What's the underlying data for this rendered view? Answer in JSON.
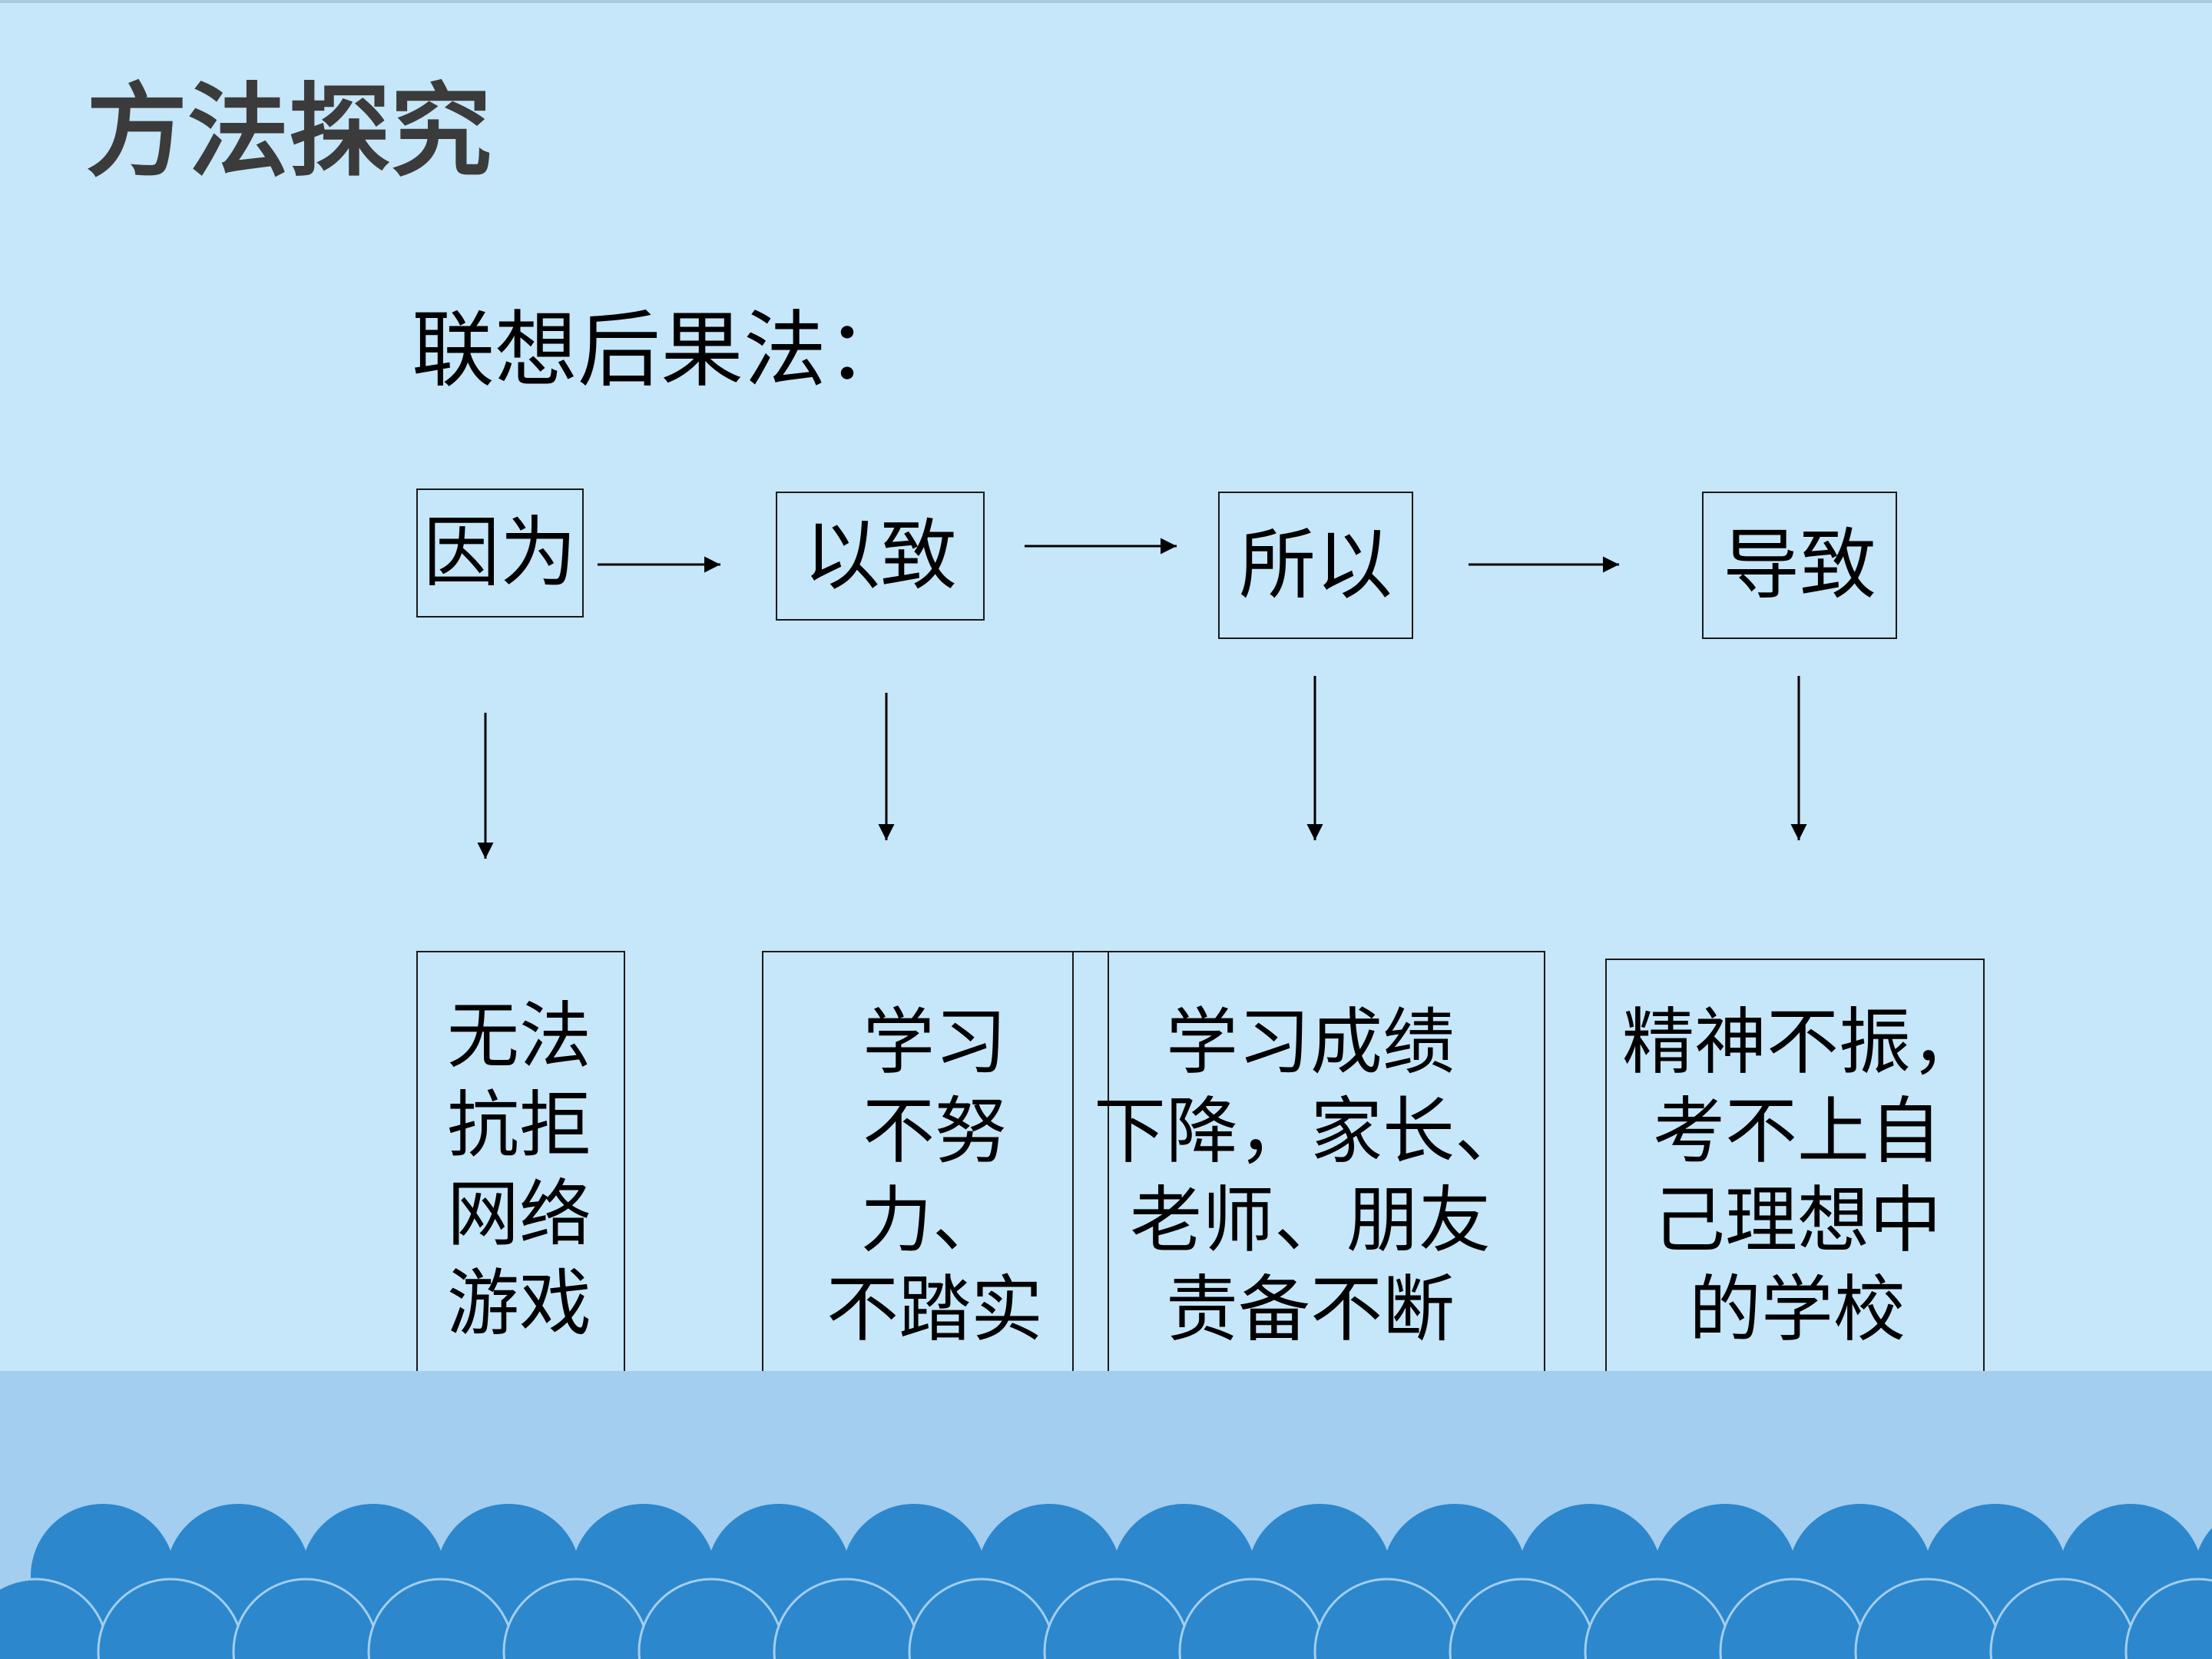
{
  "title": "方法探究",
  "subtitle": "联想后果法：",
  "steps": [
    {
      "label": "因为"
    },
    {
      "label": "以致"
    },
    {
      "label": "所以"
    },
    {
      "label": "导致"
    }
  ],
  "results": [
    {
      "lines": [
        "无法",
        "抗拒",
        "网络",
        "游戏"
      ]
    },
    {
      "lines": [
        "学习",
        "不努",
        "力、",
        "不踏实"
      ]
    },
    {
      "lines": [
        "学习成绩",
        "下降，家长、",
        "老师、朋友",
        "责备不断"
      ]
    },
    {
      "lines": [
        "精神不振，",
        "考不上自",
        "己理想中",
        "的学校"
      ]
    }
  ],
  "colors": {
    "background": "#c6e6f9",
    "band": "#a3ceef",
    "scallop": "#2c87cd",
    "title": "#3b3b3b"
  }
}
